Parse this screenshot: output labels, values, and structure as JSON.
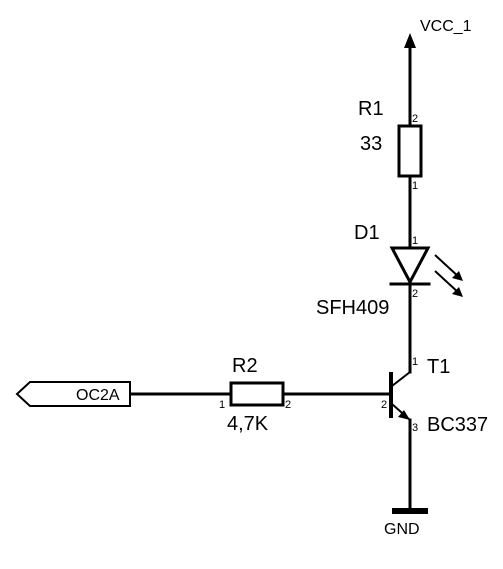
{
  "power": {
    "vcc": "VCC_1",
    "gnd": "GND"
  },
  "port": {
    "name": "OC2A"
  },
  "r1": {
    "ref": "R1",
    "value": "33",
    "pin_top": "2",
    "pin_bottom": "1"
  },
  "d1": {
    "ref": "D1",
    "part": "SFH409",
    "pin_top": "1",
    "pin_bottom": "2"
  },
  "r2": {
    "ref": "R2",
    "value": "4,7K",
    "pin_left": "1",
    "pin_right": "2"
  },
  "t1": {
    "ref": "T1",
    "part": "BC337",
    "pin_collector": "1",
    "pin_base": "2",
    "pin_emitter": "3"
  }
}
